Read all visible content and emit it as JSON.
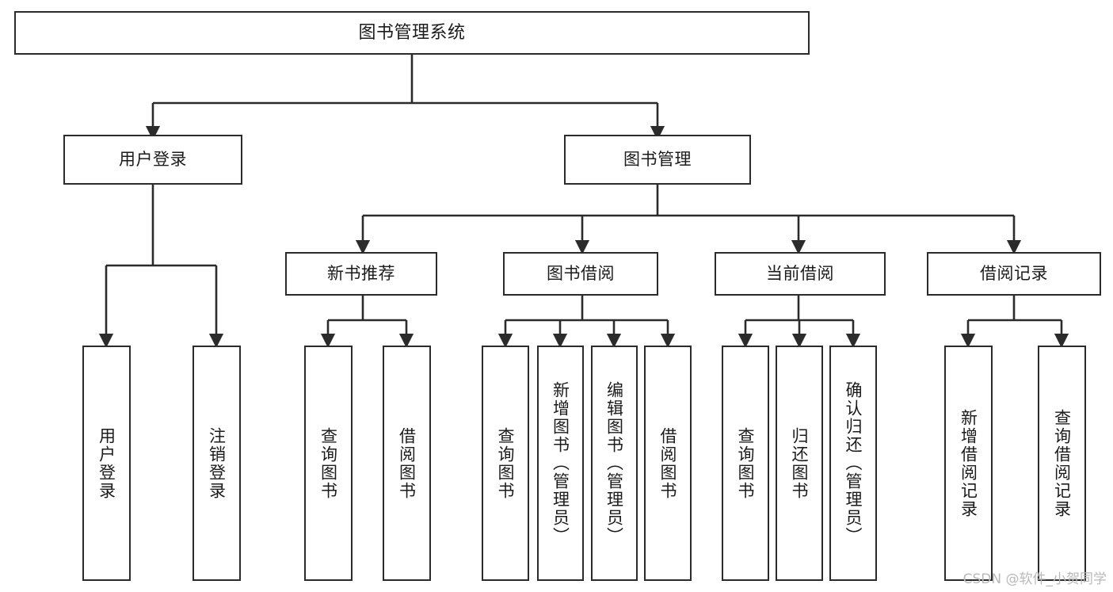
{
  "diagram": {
    "title": "图书管理系统",
    "type": "tree-hierarchy-chart",
    "orientation": "top-down",
    "watermark": "CSDN @软件_小贺同学",
    "colors": {
      "background": "#ffffff",
      "node_border": "#2b2b2b",
      "node_fill": "#ffffff",
      "edge": "#2b2b2b",
      "text": "#1b1b1b",
      "watermark": "#b9b9b9"
    },
    "levels": {
      "root": "图书管理系统",
      "level1": [
        "用户登录",
        "图书管理"
      ],
      "level2": [
        "新书推荐",
        "图书借阅",
        "当前借阅",
        "借阅记录"
      ]
    },
    "nodes": {
      "root": {
        "label": "图书管理系统"
      },
      "user_login": {
        "label": "用户登录"
      },
      "book_manage": {
        "label": "图书管理"
      },
      "new_book_rec": {
        "label": "新书推荐"
      },
      "book_borrow": {
        "label": "图书借阅"
      },
      "current_borrow": {
        "label": "当前借阅"
      },
      "borrow_record": {
        "label": "借阅记录"
      },
      "leaf_user_login": {
        "label": "用户登录"
      },
      "leaf_user_logout": {
        "label": "注销登录"
      },
      "leaf_rec_query_book": {
        "label": "查询图书"
      },
      "leaf_rec_borrow_book": {
        "label": "借阅图书"
      },
      "leaf_borrow_query_book": {
        "label": "查询图书"
      },
      "leaf_borrow_add_book": {
        "label": "新增图书（管理员）"
      },
      "leaf_borrow_edit_book": {
        "label": "编辑图书（管理员）"
      },
      "leaf_borrow_borrow_book": {
        "label": "借阅图书"
      },
      "leaf_cur_query_book": {
        "label": "查询图书"
      },
      "leaf_cur_return_book": {
        "label": "归还图书"
      },
      "leaf_cur_confirm_return": {
        "label": "确认归还（管理员）"
      },
      "leaf_rec_add_record": {
        "label": "新增借阅记录"
      },
      "leaf_rec_query_record": {
        "label": "查询借阅记录"
      }
    }
  }
}
